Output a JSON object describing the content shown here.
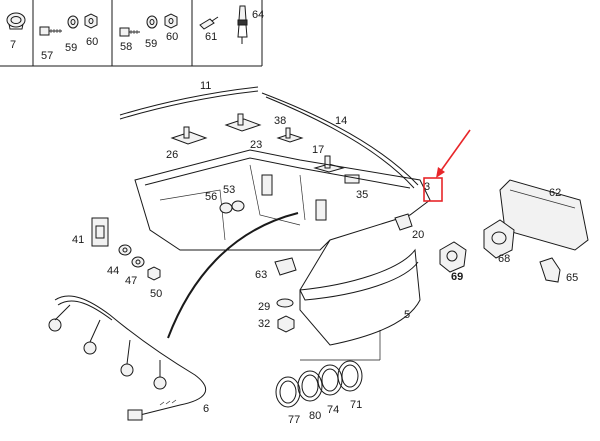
{
  "labels": {
    "p7": "7",
    "p57": "57",
    "p59a": "59",
    "p60a": "60",
    "p58": "58",
    "p59b": "59",
    "p60b": "60",
    "p61": "61",
    "p64": "64",
    "p11": "11",
    "p14": "14",
    "p38": "38",
    "p26": "26",
    "p23": "23",
    "p17": "17",
    "p3": "3",
    "p35": "35",
    "p62": "62",
    "p56": "56",
    "p53": "53",
    "p41": "41",
    "p20": "20",
    "p44": "44",
    "p47": "47",
    "p50": "50",
    "p63": "63",
    "p69": "69",
    "p68": "68",
    "p65": "65",
    "p29": "29",
    "p32": "32",
    "p5": "5",
    "p77": "77",
    "p80": "80",
    "p74": "74",
    "p71": "71",
    "p6": "6"
  },
  "colors": {
    "ink": "#1a1a1a",
    "highlight": "#e8262a",
    "background": "#ffffff"
  }
}
